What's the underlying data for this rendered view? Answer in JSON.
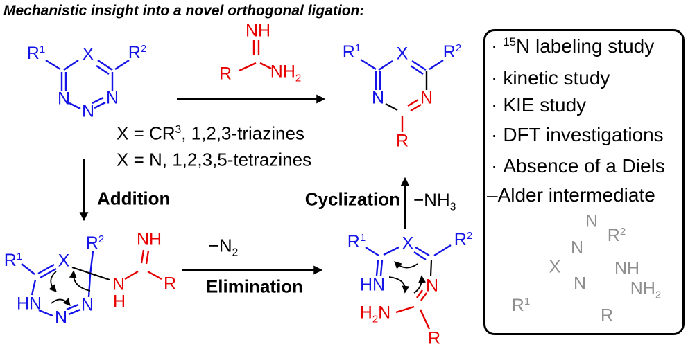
{
  "title": "Mechanistic insight into a novel orthogonal ligation:",
  "colors": {
    "blue": "#1414e6",
    "red": "#e60000",
    "gray": "#8f8f8f",
    "black": "#000000"
  },
  "conditions": {
    "line1_pre": "X = CR",
    "line1_sup": "3",
    "line1_post": ", 1,2,3-triazines",
    "line2": "X = N, 1,2,3,5-tetrazines"
  },
  "steps": {
    "addition": "Addition",
    "elimination": "Elimination",
    "cyclization": "Cyclization",
    "minus_n2_pre": "−N",
    "minus_n2_sub": "2",
    "minus_nh3_pre": "−NH",
    "minus_nh3_sub": "3"
  },
  "structures": {
    "tetrazine": {
      "r1b": "R",
      "r1s": "1",
      "x": "X",
      "r2b": "R",
      "r2s": "2",
      "n_left": "N",
      "n_mid": "N",
      "n_right": "N"
    },
    "amidine": {
      "nh": "NH",
      "r": "R",
      "nh2b": "NH",
      "nh2s": "2"
    },
    "product": {
      "r1b": "R",
      "r1s": "1",
      "x": "X",
      "r2b": "R",
      "r2s": "2",
      "n_left": "N",
      "n_right": "N",
      "r": "R"
    },
    "adduct": {
      "r1b": "R",
      "r1s": "1",
      "x": "X",
      "r2b": "R",
      "r2s": "2",
      "hn": "HN",
      "n_mid": "N",
      "n_right": "N",
      "n_red": "N",
      "h_red": "H",
      "nh_red": "NH",
      "r_red": "R"
    },
    "openchain": {
      "r1b": "R",
      "r1s": "1",
      "x": "X",
      "r2b": "R",
      "r2s": "2",
      "hn": "HN",
      "n_red": "N",
      "h2n_h": "H",
      "h2n_sub": "2",
      "h2n_n": "N",
      "r_red": "R"
    },
    "bicyclic": {
      "n_top": "N",
      "n_mid": "N",
      "r2b": "R",
      "r2s": "2",
      "x": "X",
      "nh": "NH",
      "n_center": "N",
      "nh2b": "NH",
      "nh2s": "2",
      "r1b": "R",
      "r1s": "1",
      "r": "R"
    }
  },
  "sidebar": {
    "bullet": "·",
    "items": [
      {
        "sup": "15",
        "text": "N labeling study"
      },
      {
        "text": "kinetic study"
      },
      {
        "text": "KIE study"
      },
      {
        "text": "DFT investigations"
      },
      {
        "text": "Absence of a Diels"
      }
    ],
    "item5_line2": "–Alder intermediate"
  }
}
